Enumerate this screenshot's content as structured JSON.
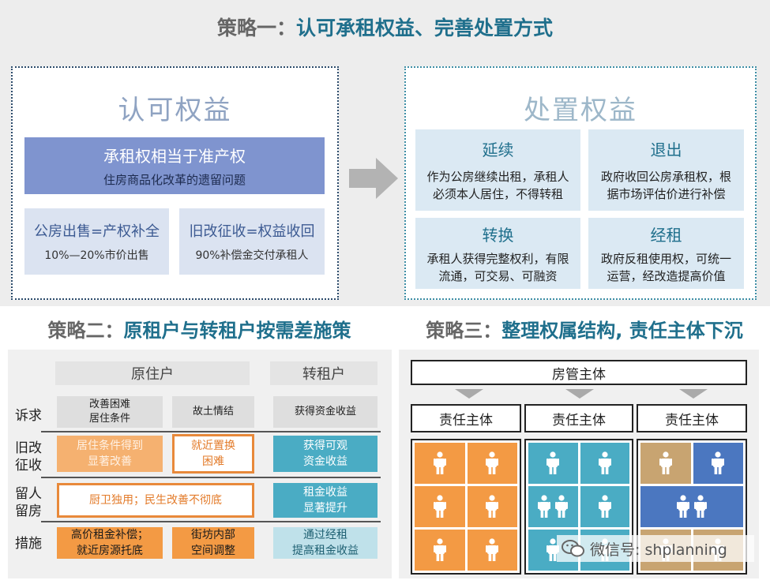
{
  "strategy1": {
    "prefix": "策略一：",
    "title": "认可承租权益、完善处置方式",
    "left": {
      "heading": "认可权益",
      "main_box": {
        "title": "承租权相当于准产权",
        "subtitle": "住房商品化改革的遗留问题"
      },
      "cards": [
        {
          "title": "公房出售=产权补全",
          "text": "10%—20%市价出售"
        },
        {
          "title": "旧改征收=权益收回",
          "text": "90%补偿金交付承租人"
        }
      ]
    },
    "right": {
      "heading": "处置权益",
      "cards": [
        {
          "title": "延续",
          "line1": "作为公房继续出租，承租人",
          "line2": "必须本人居住，不得转租"
        },
        {
          "title": "退出",
          "line1": "政府收回公房承租权，根",
          "line2": "据市场评估价进行补偿"
        },
        {
          "title": "转换",
          "line1": "承租人获得完整权利，有限",
          "line2": "流通，可交易、可融资"
        },
        {
          "title": "经租",
          "line1": "政府反租使用权，可统一",
          "line2": "运营，经改造提高价值"
        }
      ]
    }
  },
  "strategy2": {
    "prefix": "策略二：",
    "title": "原租户与转租户按需差施策",
    "columns": [
      "原住户",
      "转租户"
    ],
    "rows": {
      "appeal": {
        "label": "诉求",
        "cells": [
          {
            "line1": "改善困难",
            "line2": "居住条件"
          },
          {
            "line1": "故土情结"
          },
          {
            "line1": "获得资金收益"
          }
        ]
      },
      "renewal": {
        "label_line1": "旧改",
        "label_line2": "征收",
        "cells": [
          {
            "line1": "居住条件得到",
            "line2": "显著改善"
          },
          {
            "line1": "就近置换",
            "line2": "困难"
          },
          {
            "line1": "获得可观",
            "line2": "资金收益"
          }
        ]
      },
      "retain": {
        "label_line1": "留人",
        "label_line2": "留房",
        "cells": [
          {
            "line1": "厨卫独用；民生改善不彻底"
          },
          {
            "line1": "租金收益",
            "line2": "显著提升"
          }
        ]
      },
      "measures": {
        "label": "措施",
        "cells": [
          {
            "line1": "高价租金补偿；",
            "line2": "就近房源托底"
          },
          {
            "line1": "街坊内部",
            "line2": "空间调整"
          },
          {
            "line1": "通过经租",
            "line2": "提高租金收益"
          }
        ]
      }
    }
  },
  "strategy3": {
    "prefix": "策略三：",
    "title": "整理权属结构, 责任主体下沉",
    "top_box": "房管主体",
    "sub_boxes": [
      "责任主体",
      "责任主体",
      "责任主体"
    ]
  },
  "watermark": "微信号: shplanning",
  "colors": {
    "orange": "#f39a44",
    "teal": "#4aacc4",
    "tan": "#c8a471",
    "blue": "#4b77c0",
    "navy_box": "#7f94cf"
  }
}
